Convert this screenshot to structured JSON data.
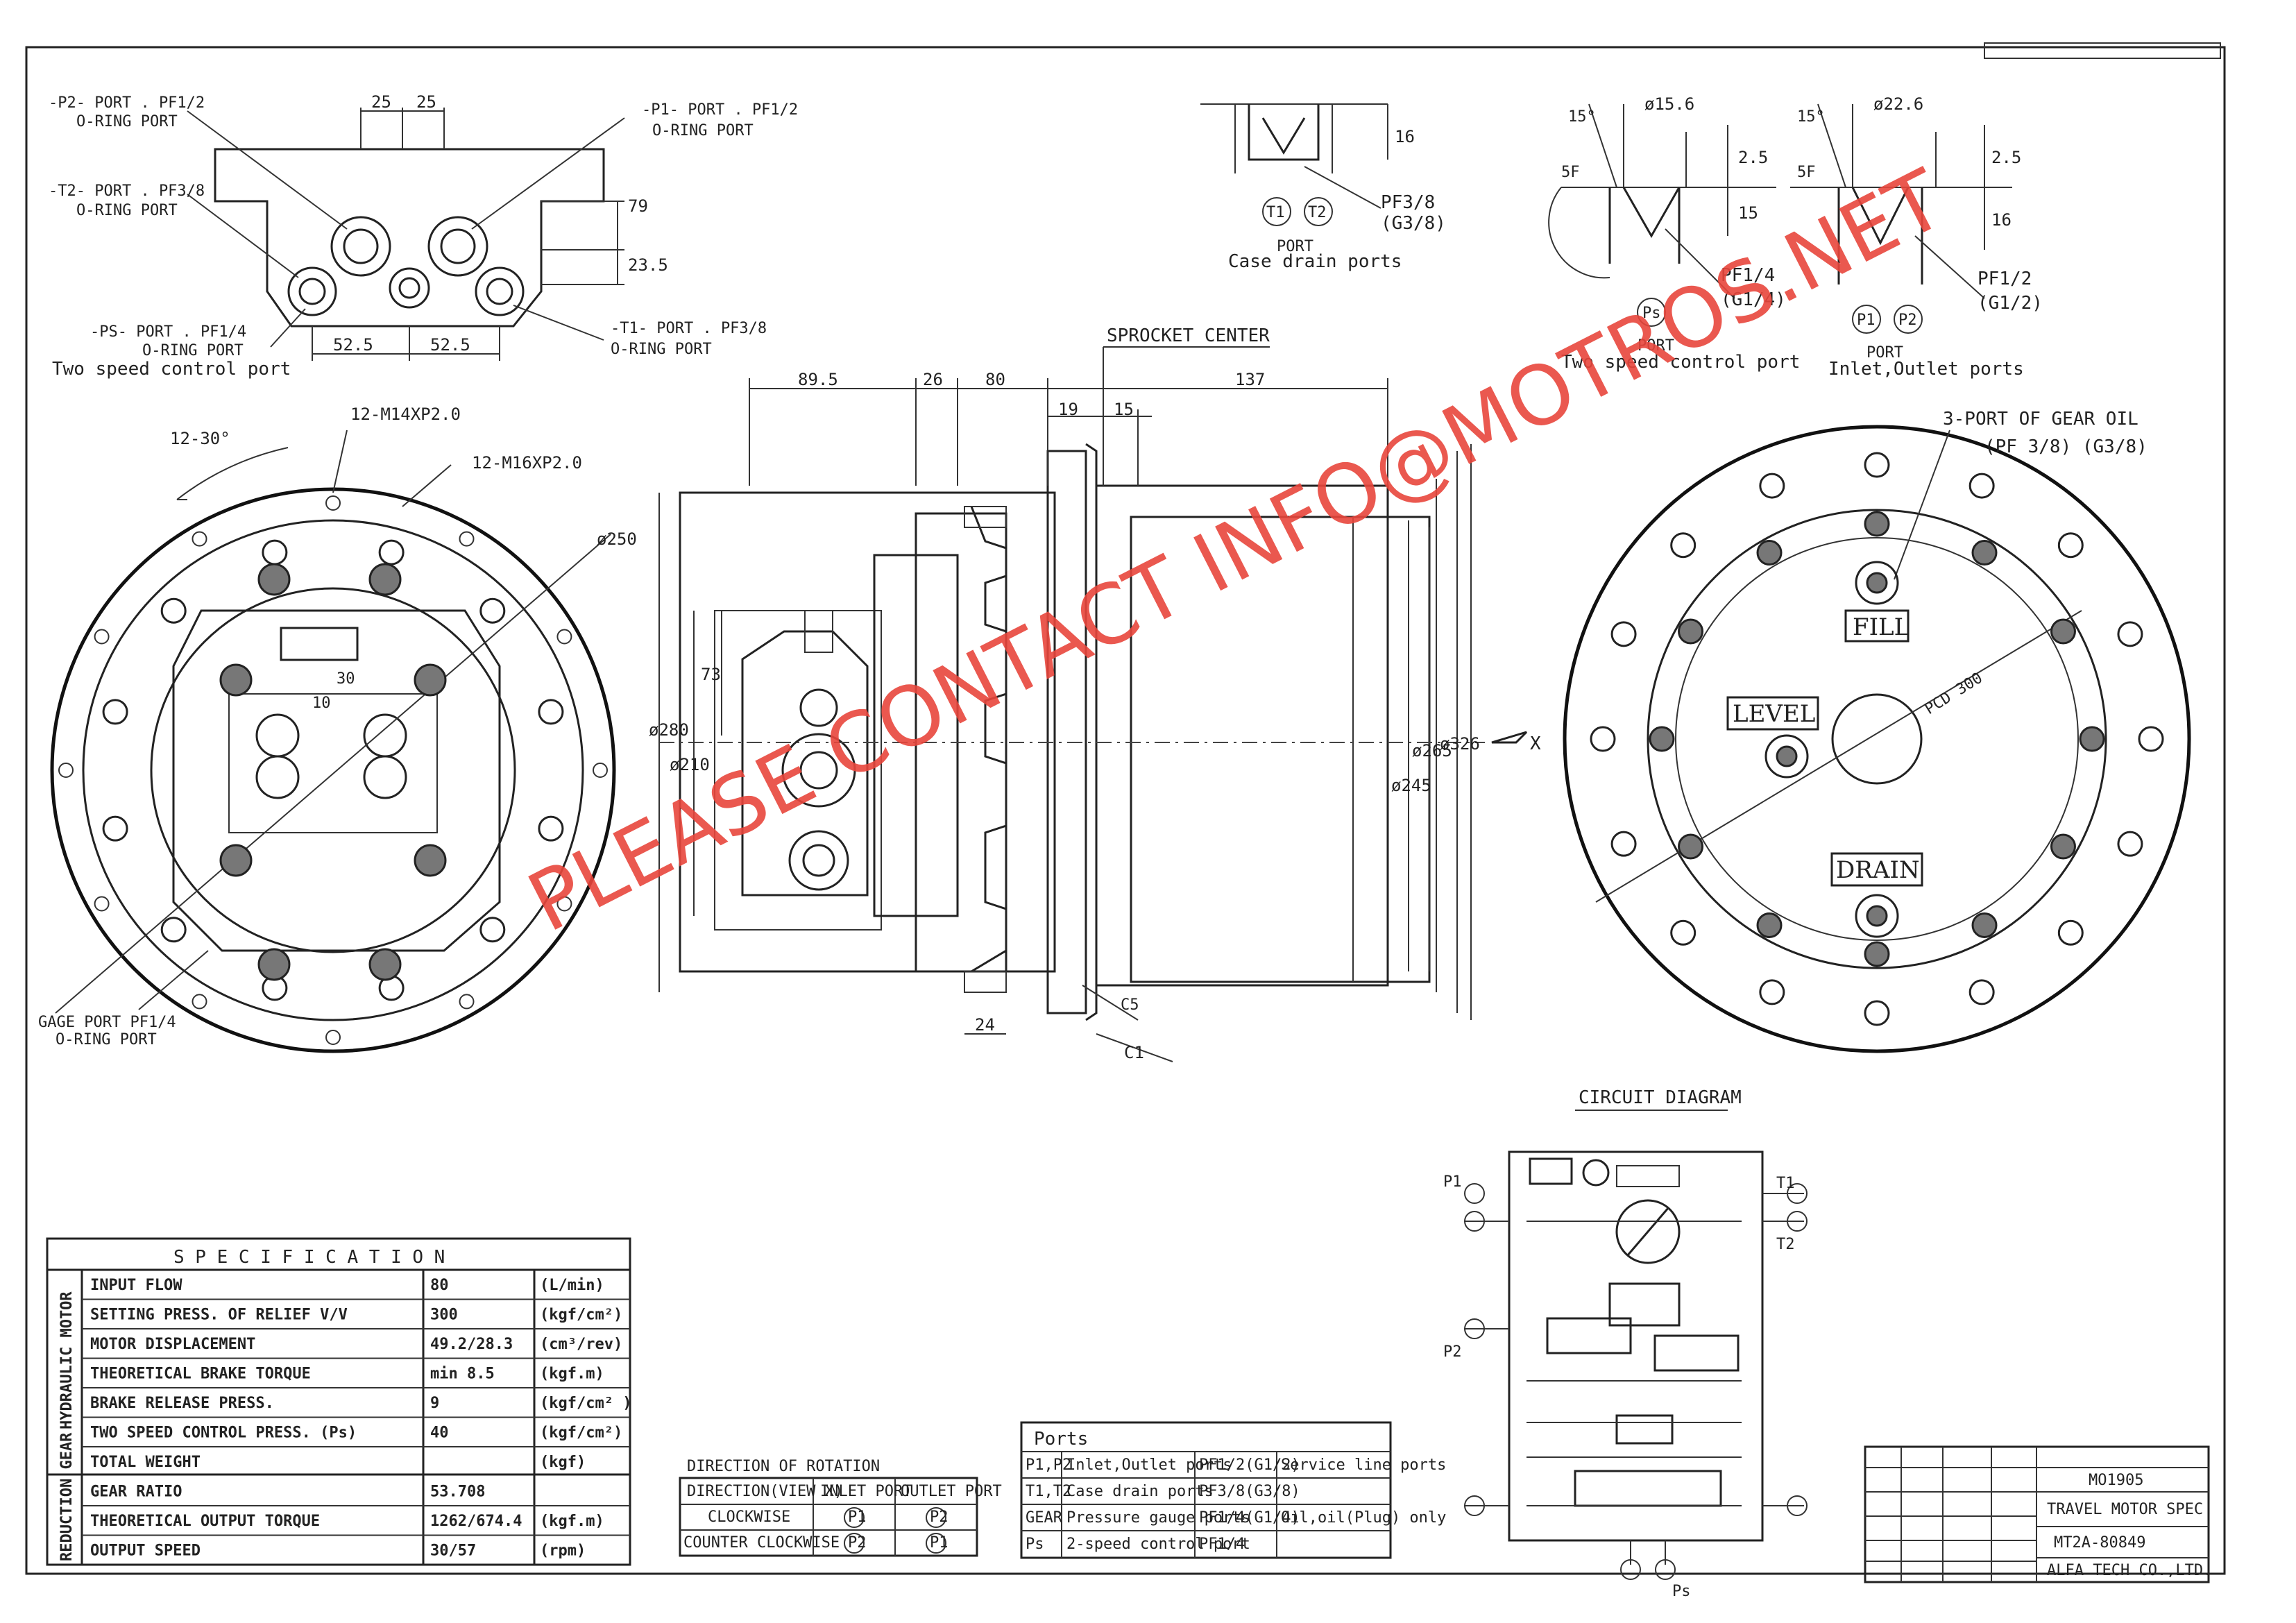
{
  "ports_view": {
    "p2": "-P2- PORT . PF1/2",
    "p2_oring": "O-RING PORT",
    "t2": "-T2- PORT . PF3/8",
    "t2_oring": "O-RING PORT",
    "p1": "-P1- PORT . PF1/2",
    "p1_oring": "O-RING PORT",
    "ps": "-PS- PORT . PF1/4",
    "ps_oring": "O-RING PORT",
    "t1": "-T1- PORT . PF3/8",
    "t1_oring": "O-RING PORT",
    "two_speed": "Two speed control port",
    "dim_a": "25",
    "dim_b": "25",
    "dim_c": "79",
    "dim_d": "23.5",
    "dim_e": "52.5",
    "dim_f": "52.5"
  },
  "port_details": {
    "case_label": "PORT",
    "case_desc": "Case drain ports",
    "case_t1": "T1",
    "case_t2": "T2",
    "case_thread": "PF3/8",
    "case_thread2": "(G3/8)",
    "case_depth": "16",
    "ps_label": "PORT",
    "ps_desc": "Two speed control port",
    "ps_sym": "Ps",
    "ps_dia": "ø15.6",
    "ps_thread": "PF1/4",
    "ps_thread2": "(G1/4)",
    "ps_angle": "15°",
    "ps_a": "5F",
    "ps_b": "2.5",
    "ps_c": "15",
    "main_label": "PORT",
    "main_desc": "Inlet,Outlet ports",
    "main_p1": "P1",
    "main_p2": "P2",
    "main_dia": "ø22.6",
    "main_thread": "PF1/2",
    "main_thread2": "(G1/2)",
    "main_angle": "15°",
    "main_a": "5F",
    "main_b": "2.5",
    "main_c": "16"
  },
  "left_view": {
    "angle": "12-30°",
    "bolt1": "12-M14XP2.0",
    "bolt2": "12-M16XP2.0",
    "dia": "ø250",
    "gage": "GAGE PORT PF1/4",
    "gage_oring": "O-RING PORT",
    "d30": "30",
    "d10": "10"
  },
  "side_view": {
    "sprocket": "SPROCKET CENTER",
    "d1": "89.5",
    "d2": "26",
    "d3": "80",
    "d4": "19",
    "d5": "15",
    "d6": "137",
    "d7": "73",
    "d8": "ø280",
    "d9": "ø210",
    "d10": "ø245",
    "d11": "ø265",
    "d12": "ø326",
    "d13": "24",
    "d14": "C1",
    "d15": "C5",
    "view_x": "X"
  },
  "right_view": {
    "gear_oil": "3-PORT OF GEAR OIL",
    "gear_oil2": "(PF 3/8) (G3/8)",
    "fill": "FILL",
    "level": "LEVEL",
    "drain": "DRAIN",
    "pcd": "PCD 300"
  },
  "watermark": "PLEASE CONTACT INFO@MOTROS.NET",
  "circuit": {
    "title": "CIRCUIT DIAGRAM",
    "p1": "P1",
    "p2": "P2",
    "t1": "T1",
    "t2": "T2",
    "ps": "Ps"
  },
  "spec": {
    "title": "S P E C I F I C A T I O N",
    "group1": "HYDRAULIC MOTOR",
    "group2": "REDUCTION GEAR",
    "rows": [
      {
        "name": "INPUT FLOW",
        "value": "80",
        "unit": "(L/min)"
      },
      {
        "name": "SETTING PRESS. OF RELIEF V/V",
        "value": "300",
        "unit": "(kgf/cm²)"
      },
      {
        "name": "MOTOR DISPLACEMENT",
        "value": "49.2/28.3",
        "unit": "(cm³/rev)"
      },
      {
        "name": "THEORETICAL BRAKE TORQUE",
        "value": "min 8.5",
        "unit": "(kgf.m)"
      },
      {
        "name": "BRAKE RELEASE PRESS.",
        "value": "9",
        "unit": "(kgf/cm² )"
      },
      {
        "name": "TWO SPEED CONTROL PRESS. (Ps)",
        "value": "40",
        "unit": "(kgf/cm²)"
      },
      {
        "name": "TOTAL WEIGHT",
        "value": "",
        "unit": "(kgf)"
      },
      {
        "name": "GEAR RATIO",
        "value": "53.708",
        "unit": ""
      },
      {
        "name": "THEORETICAL OUTPUT TORQUE",
        "value": "1262/674.4",
        "unit": "(kgf.m)"
      },
      {
        "name": "OUTPUT SPEED",
        "value": "30/57",
        "unit": "(rpm)"
      }
    ]
  },
  "rotation": {
    "title": "DIRECTION OF ROTATION",
    "h1": "DIRECTION(VIEW X)",
    "h2": "INLET PORT",
    "h3": "OUTLET PORT",
    "r1": "CLOCKWISE",
    "r1a": "P1",
    "r1b": "P2",
    "r2": "COUNTER CLOCKWISE",
    "r2a": "P2",
    "r2b": "P1"
  },
  "ports_table": {
    "title": "Ports",
    "rows": [
      {
        "code": "P1,P2",
        "desc": "Inlet,Outlet ports",
        "size": "PF1/2(G1/2)",
        "note": "Service line ports"
      },
      {
        "code": "T1,T2",
        "desc": "Case drain ports",
        "size": "PF3/8(G3/8)",
        "note": ""
      },
      {
        "code": "GEAR",
        "desc": "Pressure gauge ports",
        "size": "PF1/4(G1/4)",
        "note": "Oil,oil(Plug) only"
      },
      {
        "code": "Ps",
        "desc": "2-speed control port",
        "size": "PF1/4",
        "note": ""
      }
    ]
  },
  "titleblock": {
    "model": "MO1905",
    "name": "TRAVEL MOTOR SPEC",
    "drawing_no": "MT2A-80849",
    "company": "ALFA TECH CO.,LTD."
  }
}
